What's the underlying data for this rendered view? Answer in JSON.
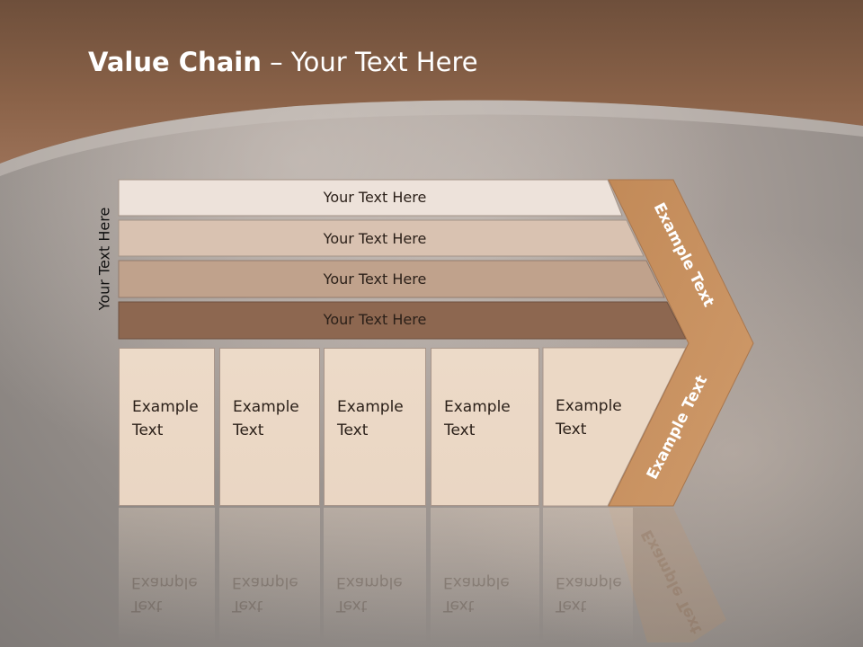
{
  "title": {
    "bold": "Value Chain",
    "rest": " – Your Text Here"
  },
  "side_label": "Your Text Here",
  "bars": [
    {
      "label": "Your Text Here"
    },
    {
      "label": "Your Text Here"
    },
    {
      "label": "Your Text Here"
    },
    {
      "label": "Your Text Here"
    }
  ],
  "columns": [
    {
      "line1": "Example",
      "line2": "Text"
    },
    {
      "line1": "Example",
      "line2": "Text"
    },
    {
      "line1": "Example",
      "line2": "Text"
    },
    {
      "line1": "Example",
      "line2": "Text"
    },
    {
      "line1": "Example",
      "line2": "Text"
    }
  ],
  "chevron": {
    "upper_label": "Example Text",
    "lower_label": "Example Text"
  },
  "colors": {
    "header": "#8a6046",
    "chevron": "#c8925f",
    "bar_dark": "#8d6750"
  }
}
